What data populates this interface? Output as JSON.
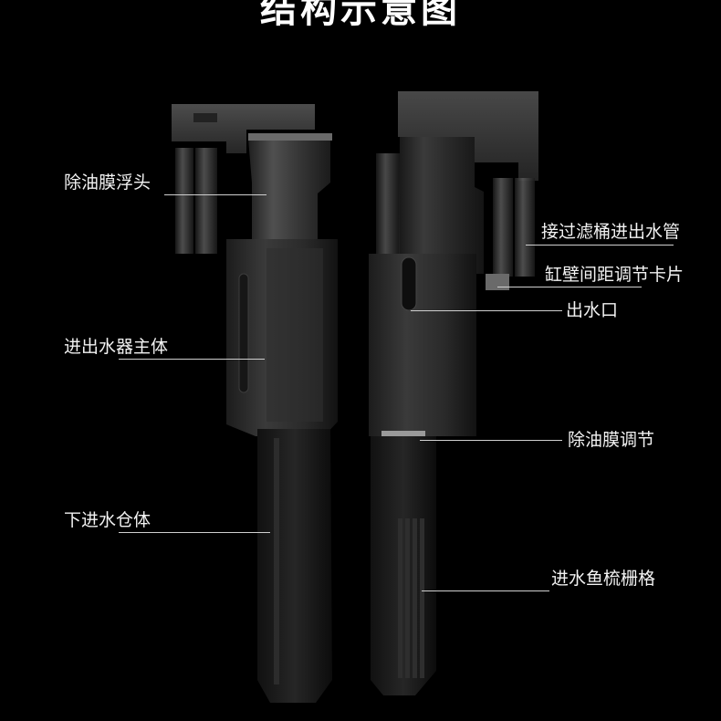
{
  "title": "结构示意图",
  "callouts": {
    "skimmer_float": "除油膜浮头",
    "main_body": "进出水器主体",
    "lower_chamber": "下进水仓体",
    "filter_pipe": "接过滤桶进出水管",
    "spacing_clip": "缸壁间距调节卡片",
    "outlet": "出水口",
    "skimmer_adjust": "除油膜调节",
    "inlet_grille": "进水鱼梳栅格"
  },
  "colors": {
    "background": "#000000",
    "label": "#f2f2f2",
    "leader": "#cfcfcf"
  }
}
